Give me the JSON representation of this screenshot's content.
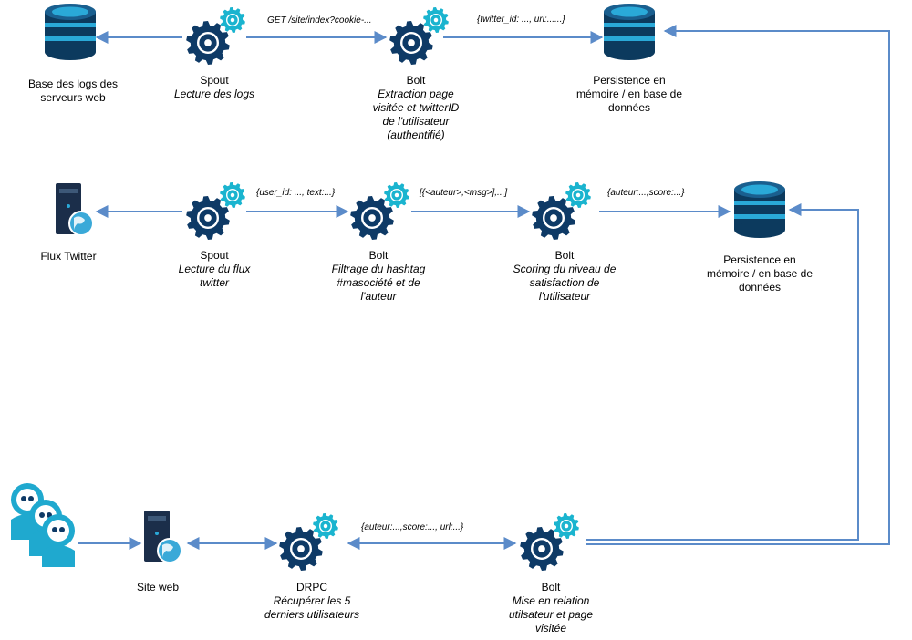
{
  "nodes": {
    "db_logs": {
      "lines": [
        "Base des logs des",
        "serveurs web"
      ]
    },
    "spout_logs": {
      "title": "Spout",
      "sub": [
        "Lecture des logs"
      ]
    },
    "bolt_extract": {
      "title": "Bolt",
      "sub": [
        "Extraction page",
        "visitée et twitterID",
        "de l'utilisateur",
        "(authentifié)"
      ]
    },
    "persist_1": {
      "lines": [
        "Persistence en",
        "mémoire / en base de",
        "données"
      ]
    },
    "flux_twitter": {
      "lines": [
        "Flux Twitter"
      ]
    },
    "spout_twitter": {
      "title": "Spout",
      "sub": [
        "Lecture du flux",
        "twitter"
      ]
    },
    "bolt_filter": {
      "title": "Bolt",
      "sub": [
        "Filtrage du hashtag",
        "#masociété et de",
        "l'auteur"
      ]
    },
    "bolt_scoring": {
      "title": "Bolt",
      "sub": [
        "Scoring du niveau de",
        "satisfaction de",
        "l'utilisateur"
      ]
    },
    "persist_2": {
      "lines": [
        "Persistence en",
        "mémoire / en base de",
        "données"
      ]
    },
    "site_web": {
      "lines": [
        "Site web"
      ]
    },
    "drpc": {
      "title": "DRPC",
      "sub": [
        "Récupérer les 5",
        "derniers utilisateurs"
      ]
    },
    "bolt_relation": {
      "title": "Bolt",
      "sub": [
        "Mise en relation",
        "utilsateur et page",
        "visitée"
      ]
    }
  },
  "messages": {
    "get_request": "GET /site/index?cookie-...",
    "twitter_url": "{twitter_id: ..., url:......}",
    "user_text": "{user_id: ..., text:...}",
    "auteur_msg": "[{<auteur>,<msg>],...]",
    "auteur_score": "{auteur:...,score:...}",
    "auteur_score_url": "{auteur:...,score:..., url:...}"
  },
  "colors": {
    "gear": "#0e3a66",
    "gear_small": "#1ab4cf",
    "database": "#0c3a5e",
    "database_band": "#2aa9d8",
    "arrow": "#5b8bc9",
    "users": "#1fa9cf"
  }
}
